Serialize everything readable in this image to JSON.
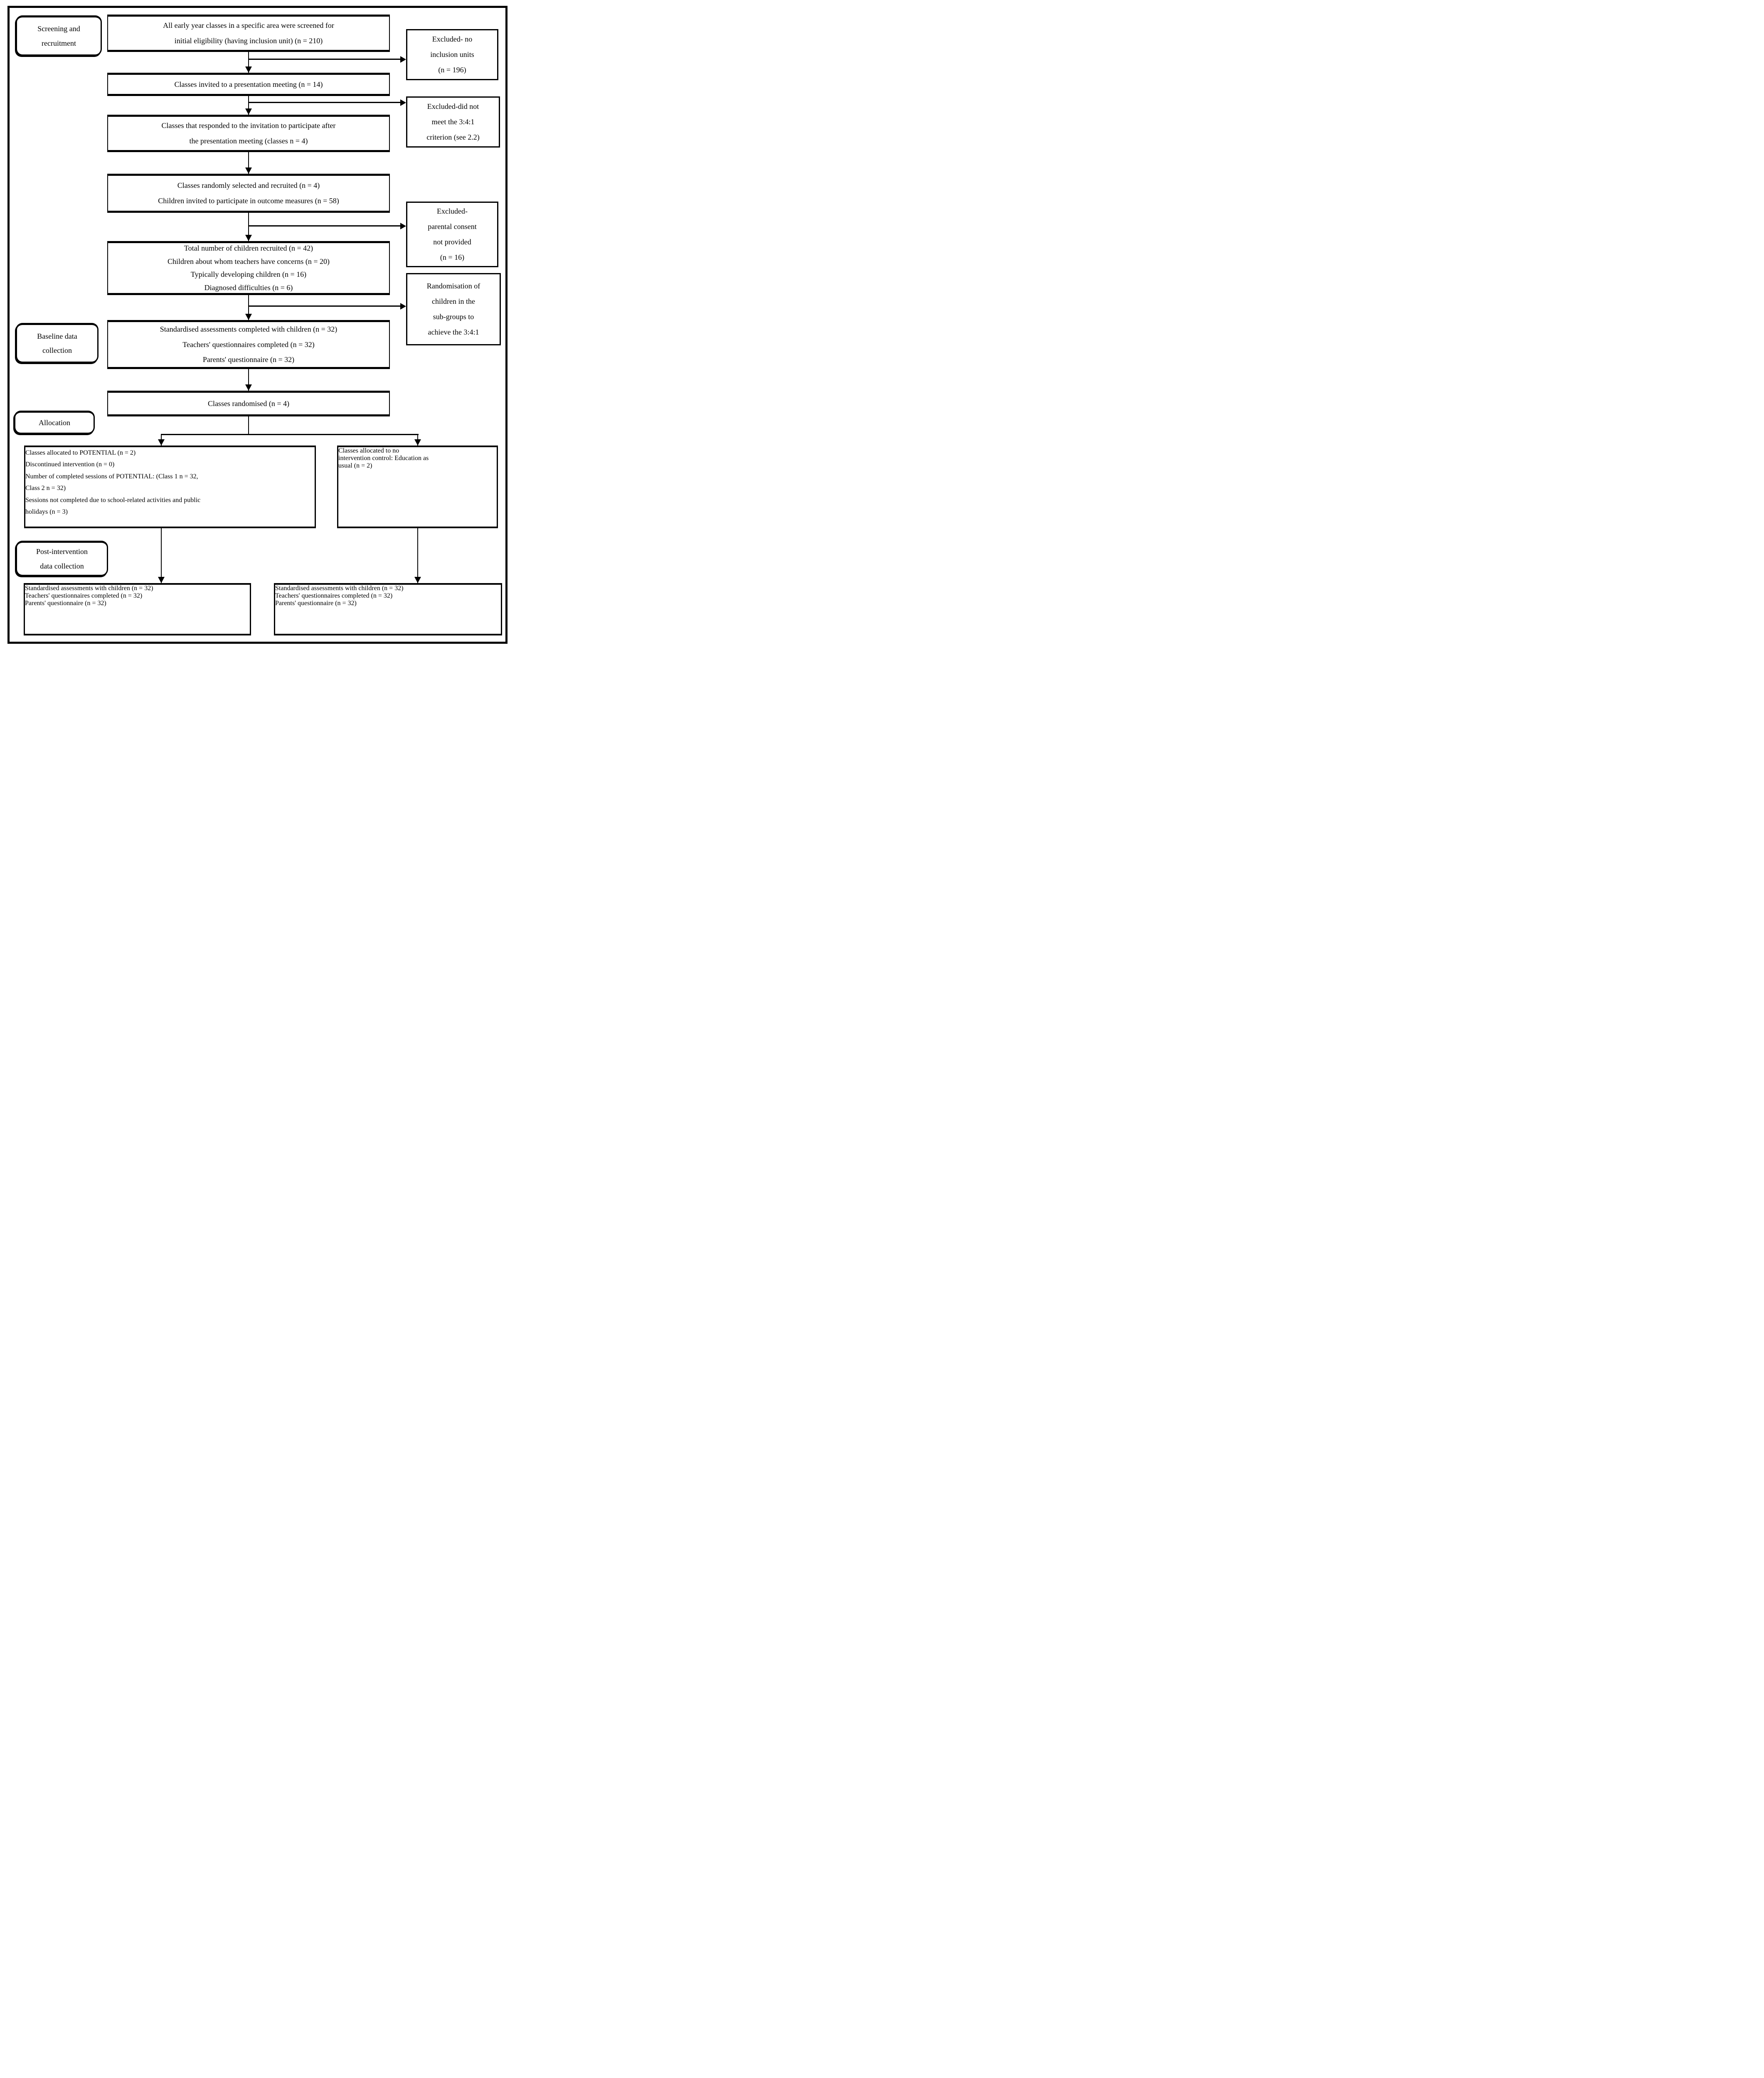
{
  "stage_labels": {
    "screening": {
      "lines": [
        "Screening and",
        "recruitment"
      ]
    },
    "baseline": {
      "lines": [
        "Baseline data",
        "collection"
      ]
    },
    "allocation": {
      "lines": [
        "Allocation"
      ]
    },
    "post_intervention": {
      "lines": [
        "Post-intervention",
        "data collection"
      ]
    }
  },
  "flow": {
    "screened": {
      "lines": [
        "All early year classes in a specific area were screened for",
        "initial eligibility (having inclusion unit) (n = 210)"
      ]
    },
    "invited": {
      "lines": [
        "Classes invited to a presentation meeting (n = 14)"
      ]
    },
    "responded": {
      "lines": [
        "Classes that responded to the invitation to participate after",
        "the presentation meeting (classes n = 4)"
      ]
    },
    "selected": {
      "lines": [
        "Classes randomly selected and recruited (n = 4)",
        "Children invited to participate in outcome measures (n = 58)"
      ]
    },
    "recruited": {
      "lines": [
        "Total number of children recruited (n = 42)",
        "Children about whom teachers have concerns (n = 20)",
        "Typically developing children (n = 16)",
        "Diagnosed difficulties (n = 6)"
      ]
    },
    "baseline_data": {
      "lines": [
        "Standardised assessments completed with children (n = 32)",
        "Teachers' questionnaires completed (n = 32)",
        "Parents' questionnaire (n = 32)"
      ]
    },
    "randomised": {
      "lines": [
        "Classes randomised (n = 4)"
      ]
    },
    "alloc_potential": {
      "lines": [
        "Classes allocated to POTENTIAL (n = 2)",
        "Discontinued intervention (n = 0)",
        "Number of completed sessions of POTENTIAL: (Class 1 n = 32,",
        "Class 2 n = 32)",
        "Sessions not completed due to school-related activities and public",
        "holidays (n = 3)"
      ]
    },
    "alloc_control": {
      "lines": [
        "Classes allocated to no",
        "intervention control: Education as",
        "usual (n = 2)"
      ]
    },
    "post_potential": {
      "lines": [
        "Standardised assessments with children (n = 32)",
        "Teachers' questionnaires completed (n = 32)",
        "Parents' questionnaire (n = 32)"
      ]
    },
    "post_control": {
      "lines": [
        "Standardised assessments with children (n = 32)",
        "Teachers' questionnaires completed (n = 32)",
        "Parents' questionnaire (n = 32)"
      ]
    }
  },
  "exclusions": {
    "no_inclusion": {
      "lines": [
        "Excluded- no",
        "inclusion units",
        "(n = 196)"
      ]
    },
    "criterion": {
      "lines": [
        "Excluded-did not",
        "meet the 3:4:1",
        "criterion (see 2.2)"
      ]
    },
    "consent": {
      "lines": [
        "Excluded-",
        "parental consent",
        "not provided",
        "(n = 16)"
      ]
    },
    "randomisation": {
      "lines": [
        "Randomisation of",
        "children in the",
        "sub-groups to",
        "achieve the 3:4:1"
      ]
    }
  },
  "colors": {
    "border": "#000000",
    "background": "#ffffff",
    "text": "#000000"
  }
}
